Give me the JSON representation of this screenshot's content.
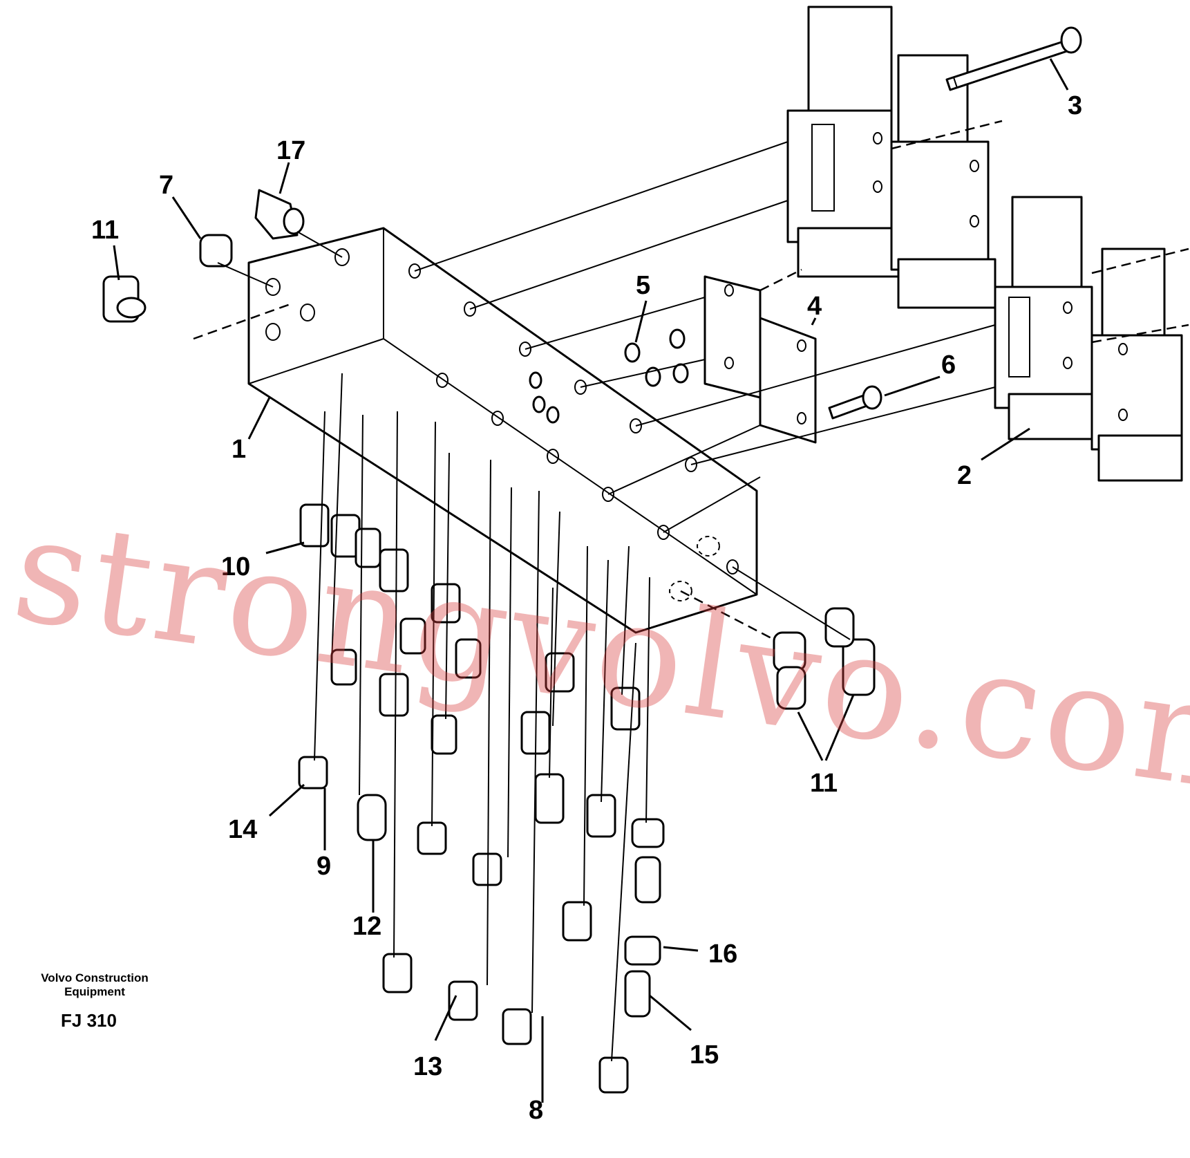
{
  "diagram": {
    "footer": {
      "organization_line1": "Volvo Construction",
      "organization_line2": "Equipment",
      "figure_code": "FJ 310"
    },
    "watermark": "strongvolvo.com",
    "callouts": [
      {
        "id": "c1",
        "label": "1"
      },
      {
        "id": "c2",
        "label": "2"
      },
      {
        "id": "c3",
        "label": "3"
      },
      {
        "id": "c4",
        "label": "4"
      },
      {
        "id": "c5",
        "label": "5"
      },
      {
        "id": "c6",
        "label": "6"
      },
      {
        "id": "c7",
        "label": "7"
      },
      {
        "id": "c8",
        "label": "8"
      },
      {
        "id": "c9",
        "label": "9"
      },
      {
        "id": "c10",
        "label": "10"
      },
      {
        "id": "c11a",
        "label": "11"
      },
      {
        "id": "c11b",
        "label": "11"
      },
      {
        "id": "c12",
        "label": "12"
      },
      {
        "id": "c13",
        "label": "13"
      },
      {
        "id": "c14",
        "label": "14"
      },
      {
        "id": "c15",
        "label": "15"
      },
      {
        "id": "c16",
        "label": "16"
      },
      {
        "id": "c17",
        "label": "17"
      }
    ]
  }
}
